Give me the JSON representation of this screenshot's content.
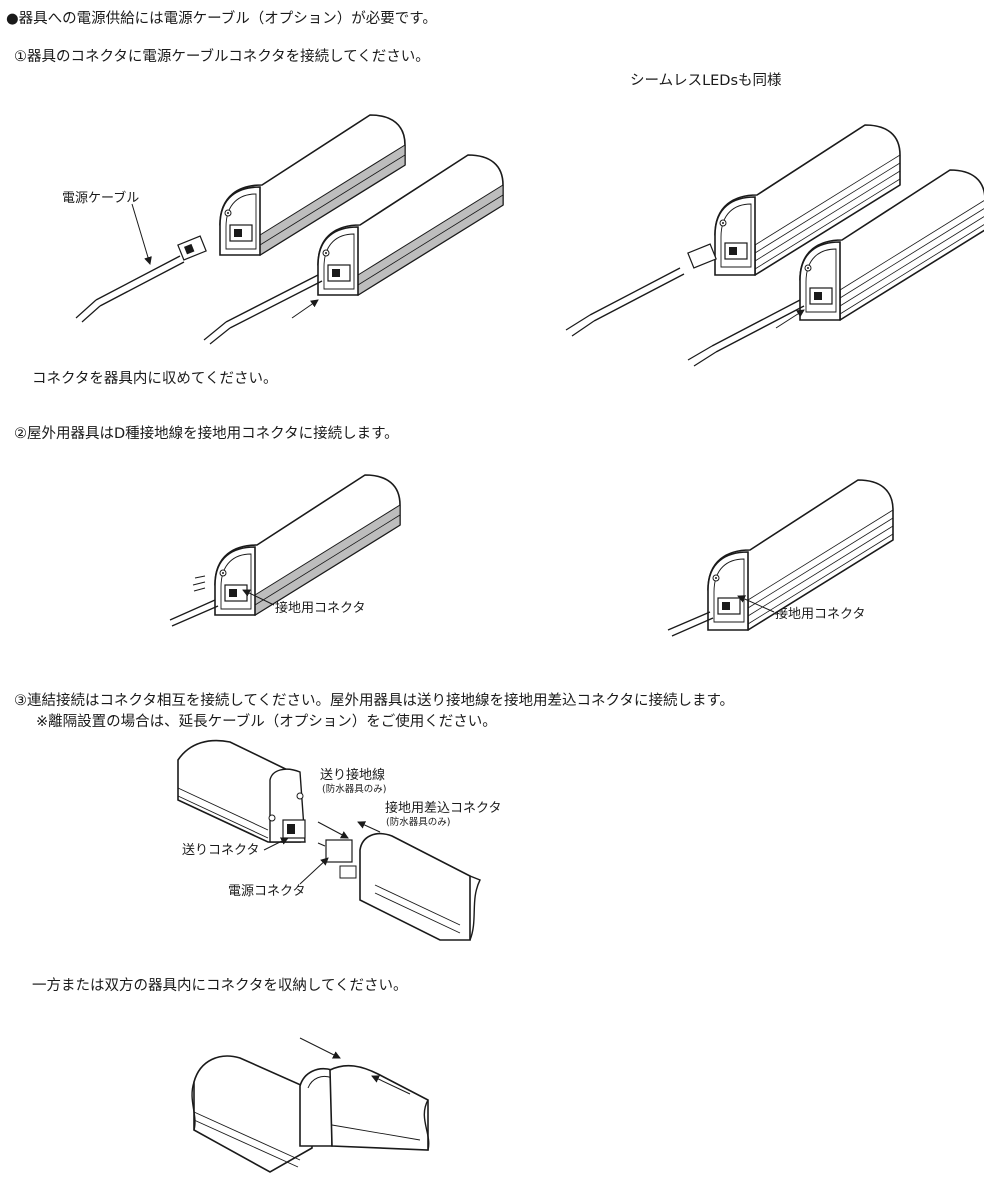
{
  "header": {
    "bullet_line": "●器具への電源供給には電源ケーブル（オプション）が必要です。"
  },
  "step1": {
    "heading": "①器具のコネクタに電源ケーブルコネクタを接続してください。",
    "seamless_note": "シームレスLEDsも同様",
    "cable_label": "電源ケーブル",
    "instruction": "コネクタを器具内に収めてください。"
  },
  "step2": {
    "heading": "②屋外用器具はD種接地線を接地用コネクタに接続します。",
    "label_left": "接地用コネクタ",
    "label_right": "接地用コネクタ"
  },
  "step3": {
    "heading": "③連結接続はコネクタ相互を接続してください。屋外用器具は送り接地線を接地用差込コネクタに接続します。",
    "note": "※離隔設置の場合は、延長ケーブル（オプション）をご使用ください。",
    "label_ground_wire": "送り接地線",
    "label_ground_wire_sub": "(防水器具のみ)",
    "label_ground_plug": "接地用差込コネクタ",
    "label_ground_plug_sub": "(防水器具のみ)",
    "label_feed_connector": "送りコネクタ",
    "label_power_connector": "電源コネクタ"
  },
  "step4": {
    "instruction": "一方または双方の器具内にコネクタを収納してください。"
  },
  "colors": {
    "ink": "#1a1a1a",
    "body_fill": "#ffffff",
    "shade": "#c9c9c9",
    "dark_shade": "#9a9a9a"
  }
}
